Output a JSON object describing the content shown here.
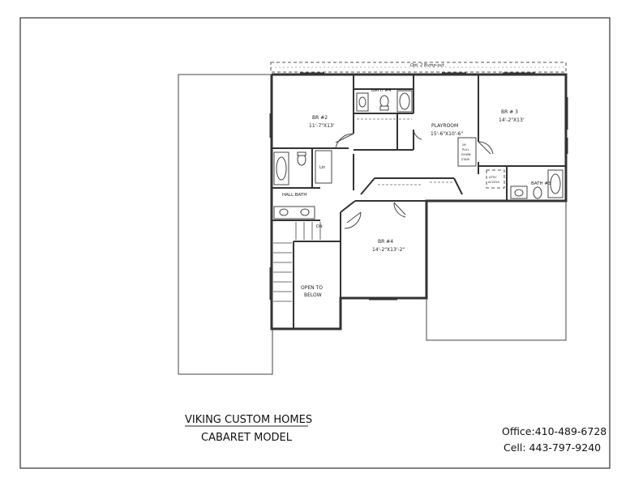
{
  "title_block": {
    "company": "VIKING CUSTOM HOMES",
    "model": "CABARET MODEL",
    "office": "Office:410-489-6728",
    "cell": "Cell: 443-797-9240"
  },
  "rooms": {
    "br2_name": "BR #2",
    "br2_size": "11'-7\"X13'",
    "bath4": "BATH #4",
    "playroom_name": "PLAYROOM",
    "playroom_size": "15'-6\"X10'-6\"",
    "br3_name": "BR # 3",
    "br3_size": "14'-2\"X13'",
    "bath3": "BATH #3",
    "hall_bath": "HALL BATH",
    "br4_name": "BR #4",
    "br4_size": "14'-2\"X13'-2\"",
    "open_to": "OPEN TO",
    "below": "BELOW",
    "linen": "Lin",
    "down": "DN",
    "bump_out": "Opt. 2 Bump-out",
    "pull_down_1": "2ft",
    "pull_down_2": "PULL",
    "pull_down_3": "DOWN",
    "pull_down_4": "STAIR",
    "attic_1": "ATTIC",
    "attic_2": "ACCESS"
  }
}
